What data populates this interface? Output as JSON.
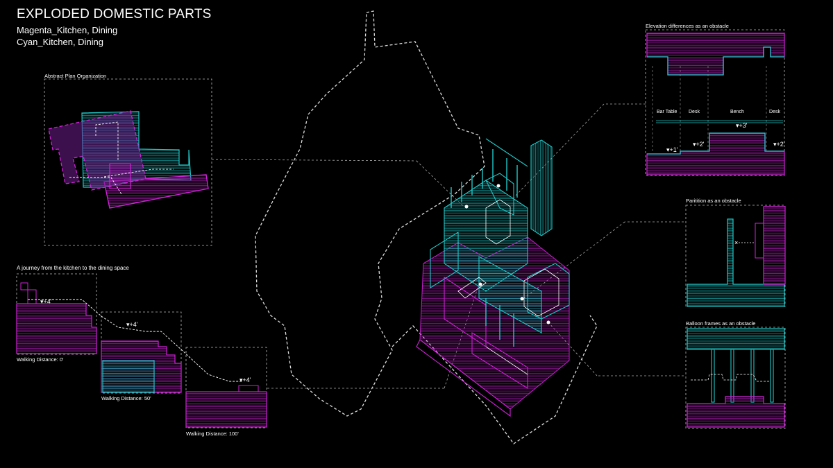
{
  "header": {
    "title": "EXPLODED DOMESTIC PARTS",
    "line1": "Magenta_Kitchen, Dining",
    "line2": "Cyan_Kitchen, Dining"
  },
  "plan": {
    "title": "Abstract Plan Organization"
  },
  "journey": {
    "title": "A journey from the kitchen to the dining space",
    "steps": [
      {
        "level": "+4'",
        "caption": "Walking Distance: 0'"
      },
      {
        "level": "+4'",
        "caption": "Walking Distance: 50'"
      },
      {
        "level": "+4'",
        "caption": "Walking Distance: 100'"
      }
    ]
  },
  "elevation": {
    "title": "Elevation differences as an obstacle",
    "zones": [
      "Bar Table",
      "Desk",
      "Bench",
      "Desk"
    ],
    "levels": [
      "+1'",
      "+2'",
      "+3'",
      "+2'"
    ]
  },
  "partition": {
    "title": "Paritition as an obstacle"
  },
  "balloon": {
    "title": "Balloon frames as an obstacle"
  },
  "colors": {
    "magenta": "#d020d8",
    "cyan": "#20c8c8",
    "line": "#ffffff"
  }
}
